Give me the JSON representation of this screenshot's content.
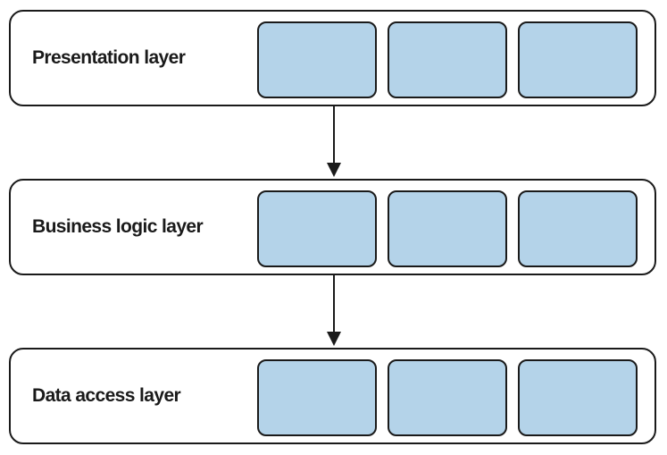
{
  "layers": [
    {
      "label": "Presentation layer"
    },
    {
      "label": "Business logic layer"
    },
    {
      "label": "Data access layer"
    }
  ],
  "colors": {
    "component_fill": "#b4d3e9",
    "stroke": "#1a1a1a"
  }
}
